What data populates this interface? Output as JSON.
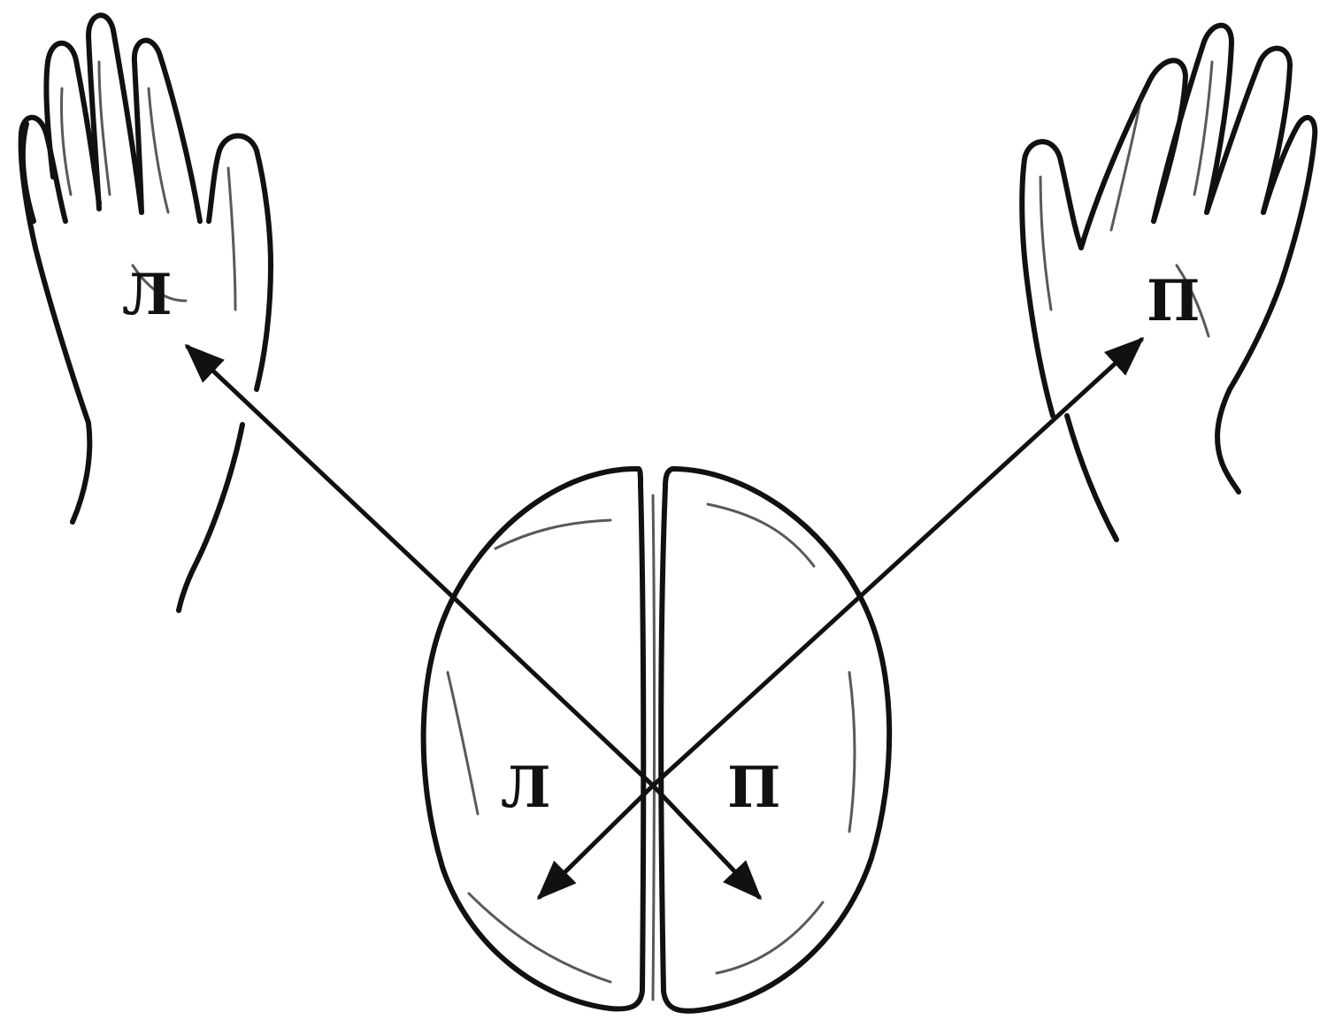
{
  "labels": {
    "left_hand": "Л",
    "right_hand": "П",
    "left_hemisphere": "Л",
    "right_hemisphere": "П"
  },
  "colors": {
    "ink": "#111111",
    "background": "#ffffff"
  }
}
